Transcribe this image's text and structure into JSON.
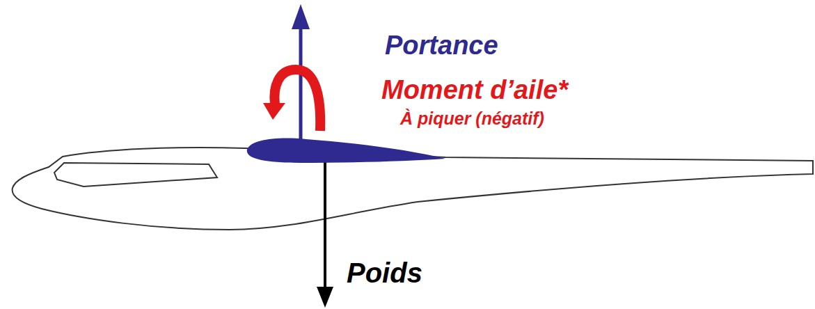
{
  "diagram": {
    "labels": [
      "Portance",
      "Moment d’aile*",
      "À piquer (négatif)",
      "Poids"
    ]
  }
}
